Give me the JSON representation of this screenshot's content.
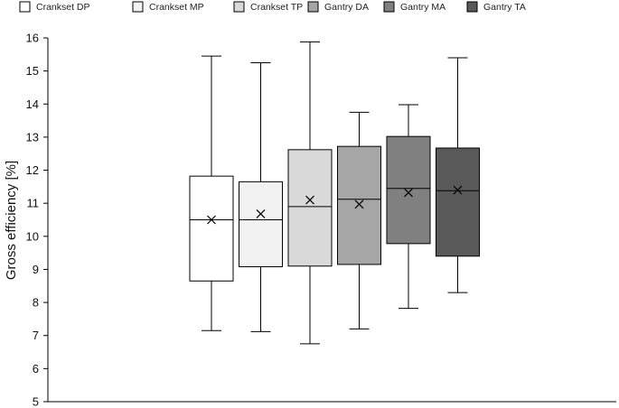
{
  "chart_data": {
    "type": "box",
    "ylabel": "Gross efficiency [%]",
    "ylim": [
      5,
      16
    ],
    "yticks": [
      "5",
      "6",
      "7",
      "8",
      "9",
      "10",
      "11",
      "12",
      "13",
      "14",
      "15",
      "16"
    ],
    "grid": false,
    "legend": "top",
    "series": [
      {
        "name": "Crankset DP",
        "color": "#ffffff",
        "min": 7.15,
        "q1": 8.65,
        "median": 10.5,
        "mean": 10.5,
        "q3": 11.82,
        "max": 15.45
      },
      {
        "name": "Crankset MP",
        "color": "#f2f2f2",
        "min": 7.12,
        "q1": 9.08,
        "median": 10.5,
        "mean": 10.68,
        "q3": 11.65,
        "max": 15.25
      },
      {
        "name": "Crankset TP",
        "color": "#d9d9d9",
        "min": 6.75,
        "q1": 9.1,
        "median": 10.9,
        "mean": 11.1,
        "q3": 12.62,
        "max": 15.88
      },
      {
        "name": "Gantry DA",
        "color": "#a6a6a6",
        "min": 7.2,
        "q1": 9.15,
        "median": 11.12,
        "mean": 10.97,
        "q3": 12.72,
        "max": 13.75
      },
      {
        "name": "Gantry MA",
        "color": "#808080",
        "min": 7.82,
        "q1": 9.78,
        "median": 11.45,
        "mean": 11.32,
        "q3": 13.02,
        "max": 13.98
      },
      {
        "name": "Gantry TA",
        "color": "#595959",
        "min": 8.3,
        "q1": 9.4,
        "median": 11.38,
        "mean": 11.4,
        "q3": 12.67,
        "max": 15.4
      }
    ]
  }
}
